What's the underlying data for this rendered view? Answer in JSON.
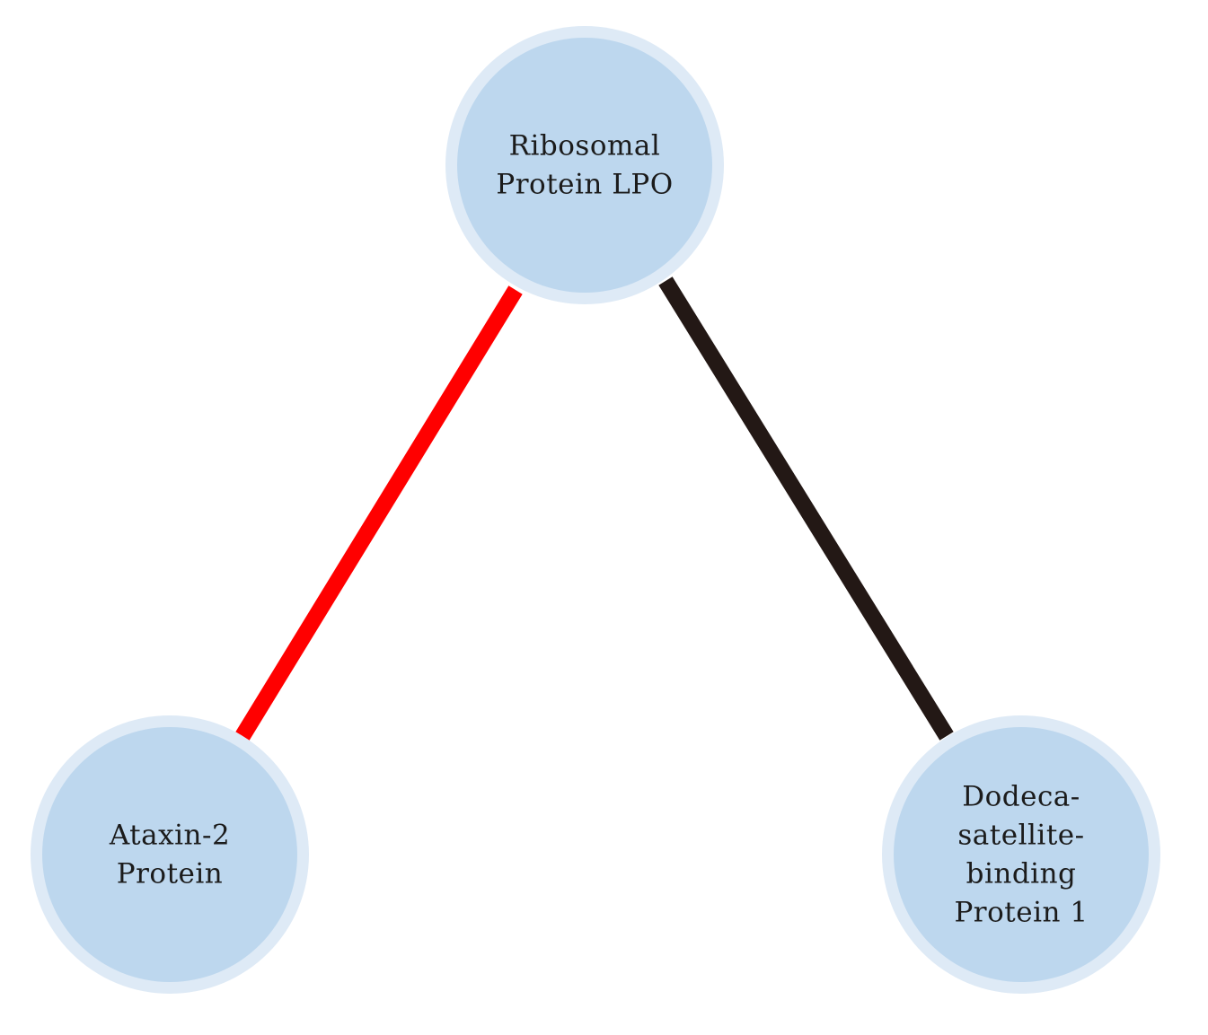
{
  "diagram": {
    "type": "network",
    "nodes": [
      {
        "id": "rplp0",
        "name": "node-ribosomal-protein-lp0",
        "lines": [
          "Ribosomal",
          "Protein LPO"
        ]
      },
      {
        "id": "atxn2",
        "name": "node-ataxin-2-protein",
        "lines": [
          "Ataxin-2",
          "Protein"
        ]
      },
      {
        "id": "dsbp1",
        "name": "node-dodeca-satellite-binding-protein-1",
        "lines": [
          "Dodeca-",
          "satellite-",
          "binding",
          "Protein 1"
        ]
      }
    ],
    "edges": [
      {
        "from": "rplp0",
        "to": "atxn2",
        "color": "#ff0000"
      },
      {
        "from": "rplp0",
        "to": "dsbp1",
        "color": "#231815"
      }
    ],
    "node_fill": "#bdd7ee",
    "node_halo": "#deeaf6"
  }
}
